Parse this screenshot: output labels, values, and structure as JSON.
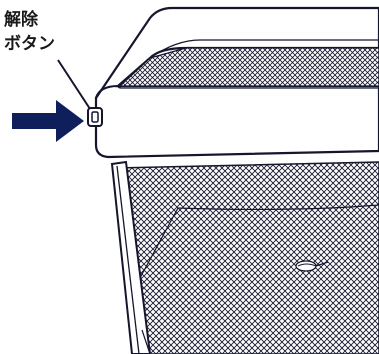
{
  "callout": {
    "line1": "解除",
    "line2": "ボタン"
  },
  "colors": {
    "outline": "#15162e",
    "arrow": "#0f1f5c",
    "mesh": "#15162e",
    "background": "#ffffff"
  },
  "icons": [
    "release-button-icon",
    "pointer-arrow-icon",
    "mesh-pattern",
    "zipper-pull-icon"
  ]
}
